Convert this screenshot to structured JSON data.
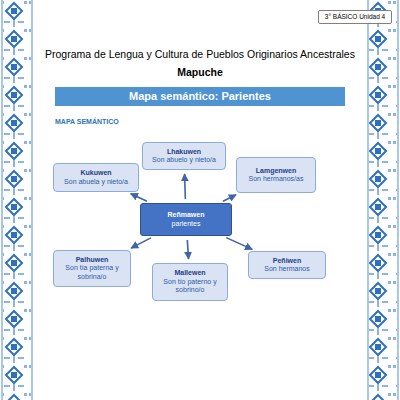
{
  "diagram": {
    "title": "Programa de Lengua y Cultura de Pueblos Originarios Ancestrales",
    "nodes": [
      {
        "text": [
          "3° BÁSICO Unidad 4"
        ]
      },
      {
        "text": [
          "Mapa semántico: Parientes"
        ]
      },
      {
        "text": [
          "Lhakuwen",
          "Son abuelo y nieto/a"
        ]
      },
      {
        "text": [
          "Kukuwen",
          "Son abuela y nieto/a"
        ]
      },
      {
        "text": [
          "Lamgenwen",
          "Son hermanos/as"
        ]
      },
      {
        "text": [
          "Reñmawen",
          "parientes"
        ]
      },
      {
        "text": [
          "Palhuwen",
          "Son tía paterna y sobrina/o"
        ]
      },
      {
        "text": [
          "Peñiwen",
          "Son hermanos"
        ]
      },
      {
        "text": [
          "Mallewen",
          "Son tío paterno y sobrino/o"
        ]
      }
    ],
    "edges": [
      {
        "from": 5,
        "to": 2,
        "arrow": "to"
      },
      {
        "from": 5,
        "to": 3,
        "arrow": "to"
      },
      {
        "from": 5,
        "to": 4,
        "arrow": "to"
      },
      {
        "from": 5,
        "to": 6,
        "arrow": "to"
      },
      {
        "from": 5,
        "to": 7,
        "arrow": "to"
      },
      {
        "from": 5,
        "to": 8,
        "arrow": "to"
      }
    ],
    "labels": [
      "Mapuche",
      "MAPA SEMÁNTICO"
    ]
  }
}
